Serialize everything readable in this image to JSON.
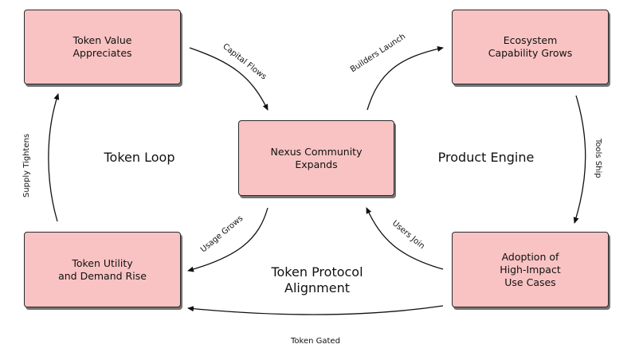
{
  "boxes": {
    "token_value": "Token Value\nAppreciates",
    "ecosystem": "Ecosystem\nCapability Grows",
    "nexus": "Nexus Community\nExpands",
    "token_utility": "Token Utility\nand Demand Rise",
    "adoption": "Adoption of\nHigh-Impact\nUse Cases"
  },
  "loops": {
    "token_loop": "Token Loop",
    "product_engine": "Product Engine",
    "protocol_alignment": "Token Protocol\nAlignment"
  },
  "edges": {
    "capital_flows": "Capital Flows",
    "builders_launch": "Builders Launch",
    "tools_ship": "Tools Ship",
    "users_join": "Users Join",
    "usage_grows": "Usage Grows",
    "supply_tightens": "Supply Tightens",
    "token_gated": "Token Gated"
  },
  "colors": {
    "box_fill": "#f9c3c3",
    "stroke": "#111111"
  }
}
